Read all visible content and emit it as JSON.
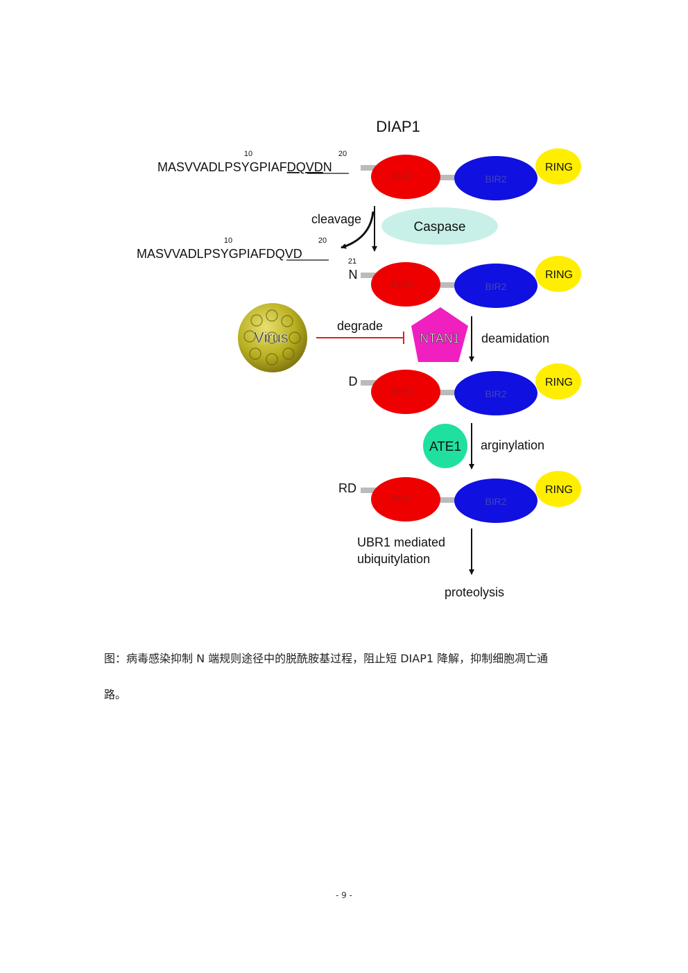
{
  "title": "DIAP1",
  "sequence_full": {
    "prefix": "MASVVADLPSYGPIAF",
    "underlined": "DQVD",
    "suffix": "N",
    "pos10": "10",
    "pos20": "20"
  },
  "sequence_cleaved": {
    "prefix": "MASVVADLPSYGPIAF",
    "underlined": "DQVD",
    "pos10": "10",
    "pos20": "20"
  },
  "pos21": "21",
  "domains": {
    "bir1": "BIR1",
    "bir2": "BIR2",
    "ring": "RING"
  },
  "nterm": {
    "n": "N",
    "d": "D",
    "rd": "RD"
  },
  "cleavage": "cleavage",
  "caspase": "Caspase",
  "virus": "Virus",
  "degrade": "degrade",
  "ntan1": "NTAN1",
  "deamidation": "deamidation",
  "ate1": "ATE1",
  "arginylation": "arginylation",
  "ubr1_line1": "UBR1 mediated",
  "ubr1_line2": "ubiquitylation",
  "proteolysis": "proteolysis",
  "colors": {
    "bir1": "#ee0000",
    "bir2": "#1010e0",
    "ring": "#ffee00",
    "caspase": "#c8f0e8",
    "ntan1": "#f020c0",
    "ate1": "#20e0a0",
    "virus": "#b8b020",
    "inhibit": "#dd2020"
  },
  "caption_line1": "图：病毒感染抑制 N 端规则途径中的脱酰胺基过程，阻止短 DIAP1 降解，抑制细胞凋亡通",
  "caption_line2": "路。",
  "page_number": "- 9 -"
}
